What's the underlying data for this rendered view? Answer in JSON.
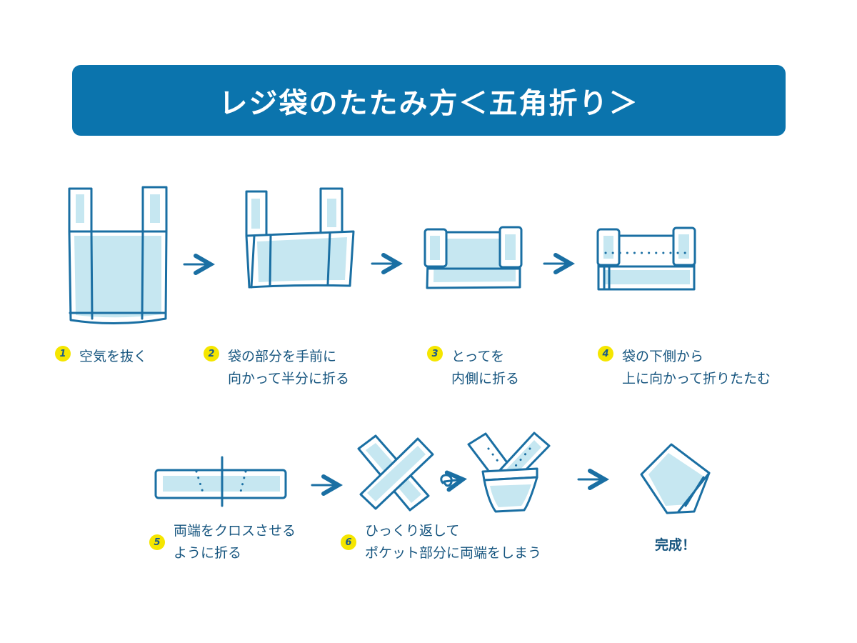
{
  "title": "レジ袋のたたみ方＜五角折り＞",
  "colors": {
    "banner": "#0b74ad",
    "stroke": "#1a6fa3",
    "fill": "#c6e7f1",
    "badge": "#f5e600",
    "text": "#16557f"
  },
  "steps": [
    {
      "num": "1",
      "lines": [
        "空気を抜く"
      ]
    },
    {
      "num": "2",
      "lines": [
        "袋の部分を手前に",
        "向かって半分に折る"
      ]
    },
    {
      "num": "3",
      "lines": [
        "とってを",
        "内側に折る"
      ]
    },
    {
      "num": "4",
      "lines": [
        "袋の下側から",
        "上に向かって折りたたむ"
      ]
    },
    {
      "num": "5",
      "lines": [
        "両端をクロスさせる",
        "ように折る"
      ]
    },
    {
      "num": "6",
      "lines": [
        "ひっくり返して",
        "ポケット部分に両端をしまう"
      ]
    }
  ],
  "finish": "完成！"
}
